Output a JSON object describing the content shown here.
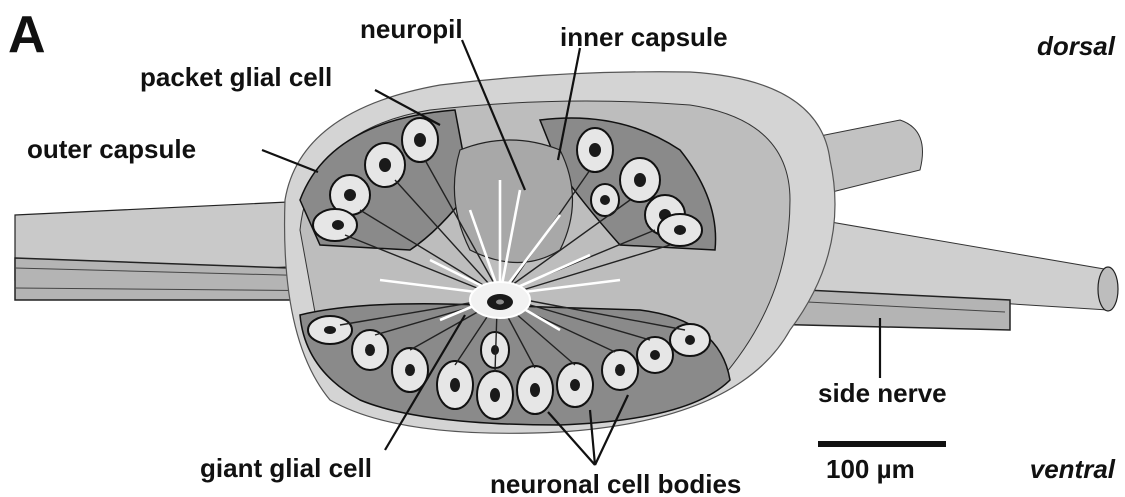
{
  "panel_letter": "A",
  "labels": {
    "neuropil": "neuropil",
    "inner_capsule": "inner capsule",
    "packet_glial_cell": "packet glial cell",
    "outer_capsule": "outer capsule",
    "side_nerve": "side nerve",
    "giant_glial_cell": "giant glial cell",
    "neuronal_cell_bodies": "neuronal cell bodies"
  },
  "orientation": {
    "dorsal": "dorsal",
    "ventral": "ventral"
  },
  "scale_bar": {
    "label": "100 µm"
  },
  "colors": {
    "ganglion_body": "#d4d4d4",
    "capsule_shadow": "#8f8f8f",
    "glia_packet": "#8a8a8a",
    "cell_body": "#e6e6e6",
    "nucleus": "#1a1a1a",
    "nerve": "#b8b8b8",
    "outline": "#111111"
  }
}
